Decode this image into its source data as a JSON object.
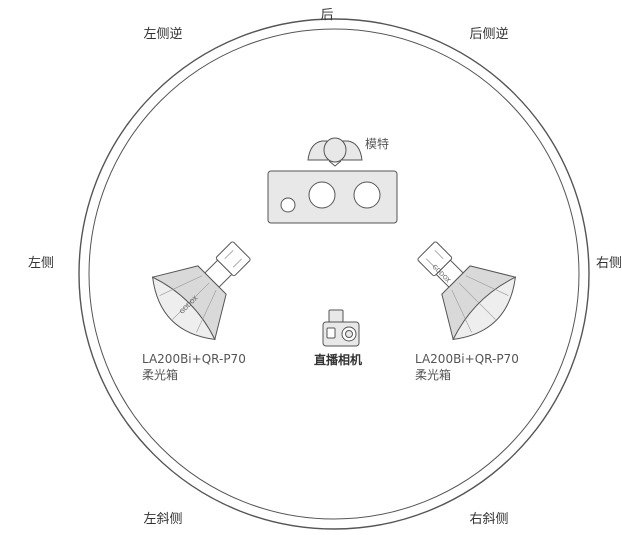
{
  "directions": {
    "back": "后",
    "left_back": "左侧逆",
    "right_back": "后侧逆",
    "left": "左侧",
    "right": "右侧",
    "left_oblique": "左斜侧",
    "right_oblique": "右斜侧"
  },
  "model_label": "模特",
  "camera_label": "直播相机",
  "left_light": {
    "model": "LA200Bi+QR-P70",
    "type": "柔光箱"
  },
  "right_light": {
    "model": "LA200Bi+QR-P70",
    "type": "柔光箱"
  },
  "softbox_brand": "GODOX",
  "colors": {
    "line": "#555555",
    "fill": "#e8e8e8",
    "text": "#333333"
  }
}
